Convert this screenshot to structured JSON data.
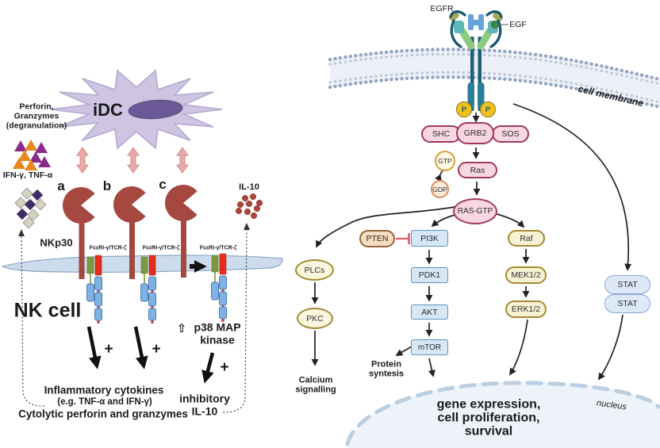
{
  "left": {
    "perforin_block": "Perforin,\nGranzymes\n(degranulation)",
    "ifn_tnf": "IFN-γ, TNF-α",
    "idc": "iDC",
    "branch_a": "a",
    "branch_b": "b",
    "branch_c": "c",
    "il10_top": "IL-10",
    "nkp30": "NKp30",
    "fceri": "FcεRI-γ/TCR-ζ",
    "nk_cell": "NK cell",
    "plus": "+",
    "up_arrow": "⇧",
    "p38": "p38 MAP\nkinase",
    "inflammatory": "Inflammatory cytokines",
    "inflammatory_sub": "(e.g. TNF-α and IFN-γ)",
    "cytolytic": "Cytolytic perforin and granzymes",
    "inhibitory": "inhibitory\nIL-10"
  },
  "right": {
    "egfr": "EGFR",
    "egf": "EGF",
    "cell_membrane": "cell membrane",
    "p": "P",
    "nodes": {
      "shc": "SHC",
      "grb2": "GRB2",
      "sos": "SOS",
      "gtp": "GTP",
      "gdp": "GDP",
      "ras": "Ras",
      "ras_gtp": "RAS-GTP",
      "pten": "PTEN",
      "pi3k": "PI3K",
      "pdk1": "PDK1",
      "akt": "AKT",
      "mtor": "mTOR",
      "raf": "Raf",
      "mek": "MEK1/2",
      "erk": "ERK1/2",
      "stat": "STAT",
      "plcs": "PLCs",
      "pkc": "PKC"
    },
    "calcium": "Calcium\nsignalling",
    "protein_synthesis": "Protein\nsyntesis",
    "gene_expression": "gene expression,\ncell proliferation,\nsurvival",
    "nucleus": "nucleus"
  },
  "colors": {
    "pac_man_red": "#a5483f",
    "adapter_green": "#7d9a41",
    "adapter_red": "#e52d1f",
    "itam_blue": "#7fb2e2",
    "membrane_blue": "#ccdcec",
    "idc_star": "#cdc5e1",
    "idc_nucleus": "#6b5896",
    "pink_arrow": "#e9a9a9",
    "triangle_orange": "#e8871e",
    "triangle_purple": "#8a2a8a",
    "diamond_purple": "#3f2b64",
    "diamond_beige": "#d6d2ba",
    "il10_dot": "#a8453c",
    "node_pink": "#f8d7e1",
    "node_pink_border": "#a13a58",
    "node_blue": "#d6e7f6",
    "node_blue_border": "#6191b6",
    "node_gold": "#f8f2d4",
    "node_gold_border": "#a58a33",
    "node_tan": "#f4ddc1",
    "node_tan_border": "#96653a",
    "stat_fill": "#dee9f8",
    "stat_border": "#8ba6d6",
    "phosphate_yellow": "#f2c21c",
    "inhibition_red": "#e05a6a",
    "nucleus_fill": "#edf3f9",
    "nucleus_dash": "#bacfe2",
    "receptor_teal": "#1d5f78",
    "receptor_green": "#8bca7f"
  }
}
